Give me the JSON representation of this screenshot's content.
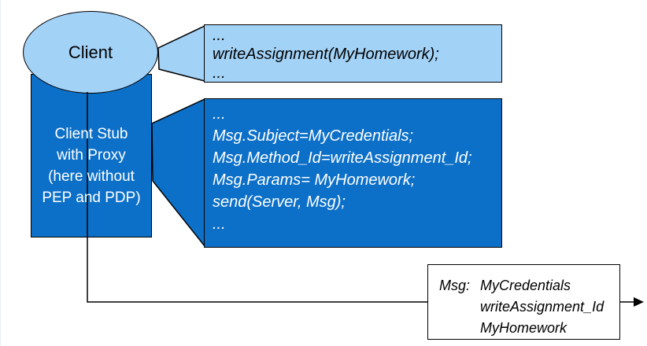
{
  "colors": {
    "light_blue": "#a3d2f7",
    "dark_blue": "#0d70c8",
    "border_color": "#000000",
    "text_dark": "#000000",
    "text_light": "#ffffff",
    "bg": "#ffffff"
  },
  "client": {
    "label": "Client"
  },
  "client_stub": {
    "lines": [
      "Client Stub",
      "with Proxy",
      "(here without",
      "PEP and PDP)"
    ]
  },
  "client_code_callout": {
    "lines": [
      "...",
      "writeAssignment(MyHomework);",
      "..."
    ]
  },
  "stub_code_callout": {
    "lines": [
      "...",
      "Msg.Subject=MyCredentials;",
      "Msg.Method_Id=writeAssignment_Id;",
      "Msg.Params= MyHomework;",
      "send(Server, Msg);",
      "..."
    ]
  },
  "message_box": {
    "label": "Msg:",
    "values": [
      "MyCredentials",
      "writeAssignment_Id",
      "MyHomework"
    ]
  }
}
